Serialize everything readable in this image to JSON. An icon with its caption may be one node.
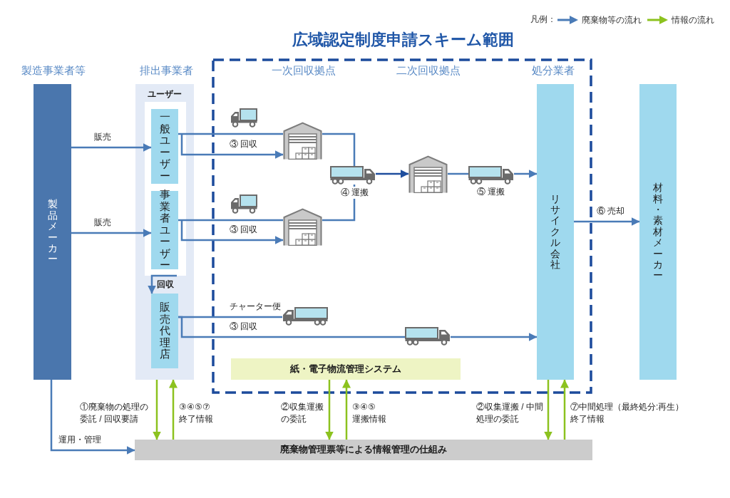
{
  "diagram": {
    "title": "広域認定制度申請スキーム範囲",
    "nodes": [
      {
        "text": [
          "製品メーカー"
        ],
        "beside": [
          "製造事業者等"
        ]
      },
      {
        "text": [
          "ユーザー"
        ],
        "beside": [
          "排出事業者"
        ]
      },
      {
        "text": [],
        "shape": "box",
        "in": 1
      },
      {
        "text": [
          "一般ユーザー"
        ],
        "in": 2
      },
      {
        "text": [
          "事業者ユーザー"
        ],
        "in": 2
      },
      {
        "text": [
          "販売代理店"
        ],
        "in": 1
      },
      {
        "text": [],
        "shape": "box"
      },
      {
        "text": [],
        "shape": "picture",
        "in": 6
      },
      {
        "text": [],
        "shape": "picture",
        "in": 6
      },
      {
        "text": [],
        "shape": "picture",
        "in": 6
      },
      {
        "text": [],
        "shape": "picture",
        "in": 6
      },
      {
        "text": [],
        "shape": "picture",
        "in": 6,
        "beside": [
          "⑤ 運搬"
        ]
      },
      {
        "text": [
          "リサイクル会社"
        ],
        "in": 6,
        "beside": [
          "処分業者"
        ]
      },
      {
        "text": [],
        "shape": "picture",
        "in": 6,
        "beside": [
          "チャーター便"
        ]
      },
      {
        "text": [],
        "shape": "picture",
        "in": 6
      },
      {
        "text": [
          "紙・電子物流管理システム"
        ],
        "in": 6
      },
      {
        "text": [
          "材料・素材メーカー"
        ]
      },
      {
        "text": [
          "廃棄物管理票等による情報管理の仕組み"
        ]
      }
    ],
    "edges": [
      {
        "from": 0,
        "to": 3,
        "arrow": "to",
        "label": "販売"
      },
      {
        "from": 0,
        "to": 4,
        "arrow": "to",
        "label": "販売"
      },
      {
        "from": 3,
        "to": 7,
        "arrow": "to",
        "label": "③ 回収"
      },
      {
        "from": 4,
        "to": 8,
        "arrow": "to",
        "label": "③ 回収"
      },
      {
        "from": 2,
        "to": 5,
        "arrow": "to",
        "label": "回収"
      },
      {
        "from": 5,
        "to": 13,
        "arrow": "none"
      },
      {
        "from": 5,
        "to": 14,
        "arrow": "none",
        "label": "③ 回収"
      },
      {
        "from": 14,
        "to": 12,
        "arrow": "to"
      },
      {
        "from": 7,
        "to": 9,
        "arrow": "none"
      },
      {
        "from": 8,
        "to": 9,
        "arrow": "none",
        "label": "④ 運搬"
      },
      {
        "from": 9,
        "to": 10,
        "arrow": "to",
        "color": "#1f4e9e"
      },
      {
        "from": 10,
        "to": 11,
        "arrow": "none"
      },
      {
        "from": 11,
        "to": 12,
        "arrow": "to"
      },
      {
        "from": 12,
        "to": 16,
        "arrow": "to",
        "label": "⑥ 売却"
      },
      {
        "from": 0,
        "to": 17,
        "arrow": "to",
        "label": "運用・管理"
      },
      {
        "from": 1,
        "to": 17,
        "arrow": "to",
        "label": "①廃棄物の処理の委託 / 回収要請",
        "color": "#8cc21f"
      },
      {
        "from": 17,
        "to": 1,
        "arrow": "to",
        "label": "③④⑤⑦終了情報",
        "color": "#8cc21f"
      },
      {
        "from": 15,
        "to": 17,
        "arrow": "to",
        "label": "②収集運搬の委託",
        "color": "#8cc21f"
      },
      {
        "from": 17,
        "to": 15,
        "arrow": "to",
        "label": "③④⑤運搬情報",
        "color": "#8cc21f"
      },
      {
        "from": 12,
        "to": 17,
        "arrow": "to",
        "label": "②収集運搬 / 中間処理の委託",
        "color": "#8cc21f"
      },
      {
        "from": 17,
        "to": 12,
        "arrow": "to",
        "label": "⑦中間処理（最終処分:再生）終了情報",
        "color": "#8cc21f"
      }
    ],
    "labels": [
      "凡例：",
      "一次回収拠点",
      "二次回収拠点"
    ],
    "legend": [
      {
        "text": "廃棄物等の流れ"
      },
      {
        "text": "情報の流れ"
      }
    ]
  }
}
